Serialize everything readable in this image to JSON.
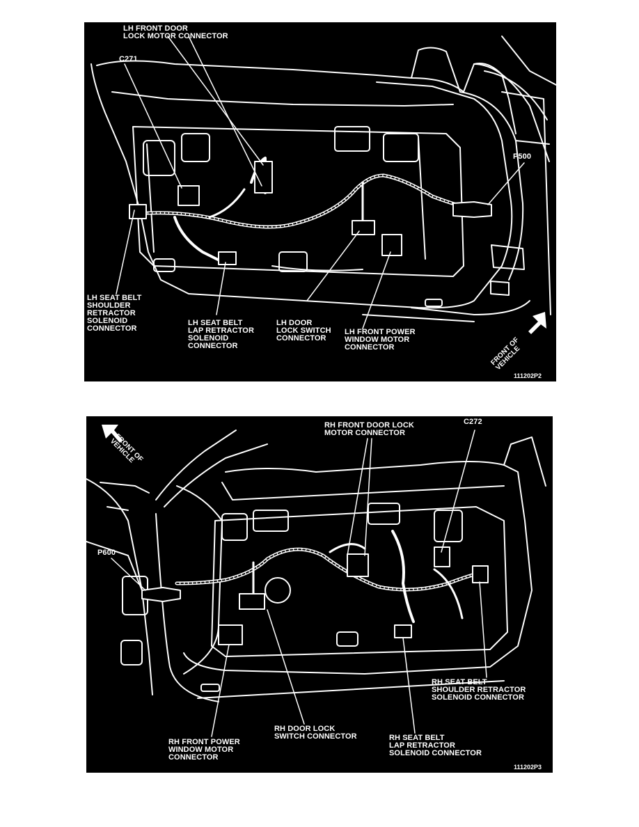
{
  "figure_top": {
    "id": "111202P2",
    "front_indicator": "FRONT OF\nVEHICLE",
    "callouts": {
      "lh_front_door_lock_motor": "LH FRONT DOOR\nLOCK MOTOR CONNECTOR",
      "c271": "C271",
      "p500": "P500",
      "lh_seat_belt_shoulder": "LH SEAT BELT\nSHOULDER\nRETRACTOR\nSOLENOID\nCONNECTOR",
      "lh_seat_belt_lap": "LH SEAT BELT\nLAP RETRACTOR\nSOLENOID\nCONNECTOR",
      "lh_door_lock_switch": "LH DOOR\nLOCK SWITCH\nCONNECTOR",
      "lh_front_power_window": "LH FRONT POWER\nWINDOW MOTOR\nCONNECTOR"
    }
  },
  "figure_bottom": {
    "id": "111202P3",
    "front_indicator": "FRONT OF\nVEHICLE",
    "callouts": {
      "rh_front_door_lock_motor": "RH FRONT DOOR LOCK\nMOTOR CONNECTOR",
      "c272": "C272",
      "p600": "P600",
      "rh_seat_belt_shoulder": "RH SEAT BELT\nSHOULDER RETRACTOR\nSOLENOID CONNECTOR",
      "rh_door_lock_switch": "RH DOOR LOCK\nSWITCH CONNECTOR",
      "rh_seat_belt_lap": "RH SEAT BELT\nLAP RETRACTOR\nSOLENOID CONNECTOR",
      "rh_front_power_window": "RH FRONT POWER\nWINDOW MOTOR\nCONNECTOR"
    }
  }
}
